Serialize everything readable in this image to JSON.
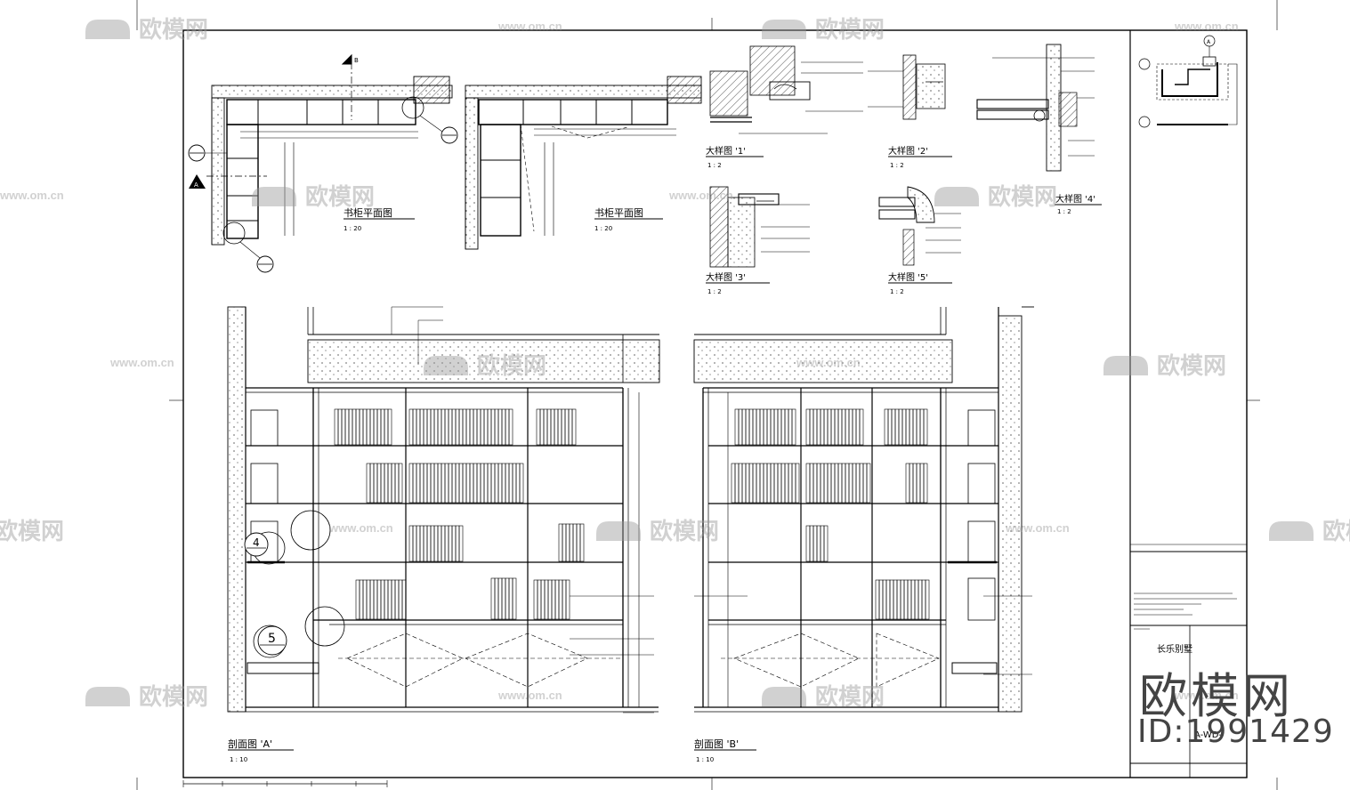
{
  "watermark": {
    "brand": "欧模网",
    "url": "www.om.cn"
  },
  "drawings": {
    "plan_bookcase": {
      "title": "书柜平面图",
      "scale": "1 : 20"
    },
    "plan_bookshelf": {
      "title": "书柜平面图",
      "scale": "1 : 20"
    },
    "detail_1": {
      "title": "大样图 '1'",
      "scale": "1 : 2"
    },
    "detail_2": {
      "title": "大样图 '2'",
      "scale": "1 : 2"
    },
    "detail_3": {
      "title": "大样图 '3'",
      "scale": "1 : 2"
    },
    "detail_4": {
      "title": "大样图 '4'",
      "scale": "1 : 2"
    },
    "detail_5": {
      "title": "大样图 '5'",
      "scale": "1 : 2"
    },
    "section_a": {
      "title": "剖面图 'A'",
      "scale": "1 : 10"
    },
    "section_b": {
      "title": "剖面图 'B'",
      "scale": "1 : 10"
    }
  },
  "markers": {
    "grid_a": "A",
    "bubble_4": "4",
    "bubble_5": "5"
  },
  "title_block": {
    "project": "长乐别墅",
    "drawing_no": "A-WD-"
  },
  "id_stamp": {
    "logo": "欧模网",
    "id": "ID:1991429"
  }
}
